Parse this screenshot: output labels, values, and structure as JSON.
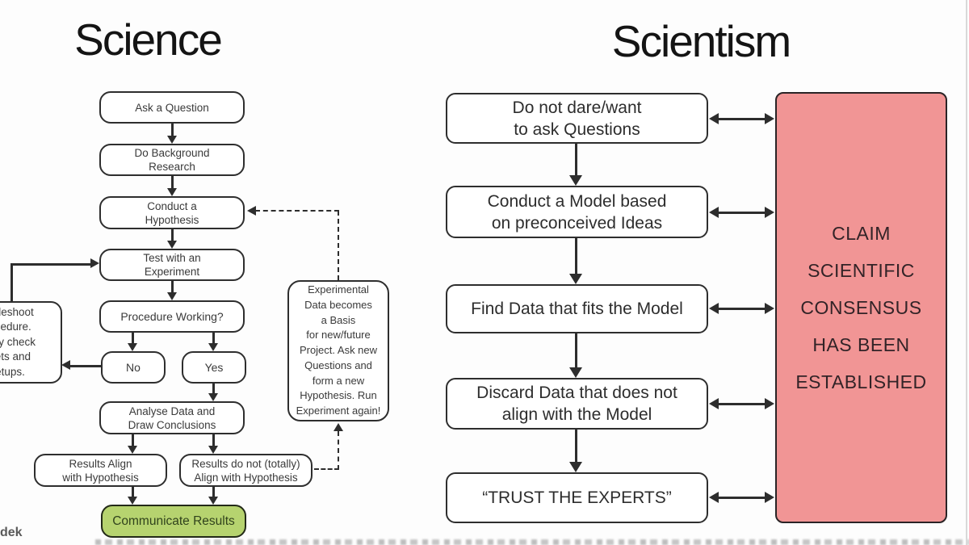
{
  "science": {
    "title": "Science",
    "steps": {
      "ask": "Ask a Question",
      "background": "Do Background\nResearch",
      "hypothesis": "Conduct a\nHypothesis",
      "test": "Test with an\nExperiment",
      "procedure": "Procedure Working?",
      "no": "No",
      "yes": "Yes",
      "analyse": "Analyse Data and\nDraw Conclusions",
      "results_align": "Results Align\nwith Hypothesis",
      "results_not": "Results do not (totally)\nAlign with Hypothesis",
      "communicate": "Communicate Results"
    },
    "troubleshoot_fragment": "ubleshoot\nocedure.\nfully check\nsets and\netups.",
    "experimental_note": "Experimental\nData becomes\na Basis\nfor new/future\nProject. Ask new\nQuestions and\nform a new\nHypothesis. Run\nExperiment again!"
  },
  "scientism": {
    "title": "Scientism",
    "steps": [
      "Do not dare/want\nto ask Questions",
      "Conduct a Model based\non preconceived Ideas",
      "Find Data that fits the Model",
      "Discard Data that does not\nalign with the Model",
      "“TRUST THE EXPERTS”"
    ],
    "claim": "CLAIM\nSCIENTIFIC\nCONSENSUS\nHAS BEEN\nESTABLISHED"
  },
  "watermark_fragment": "dek",
  "colors": {
    "communicate_fill": "#b6d36f",
    "claim_fill": "#f19595",
    "line": "#2d2d2d"
  }
}
